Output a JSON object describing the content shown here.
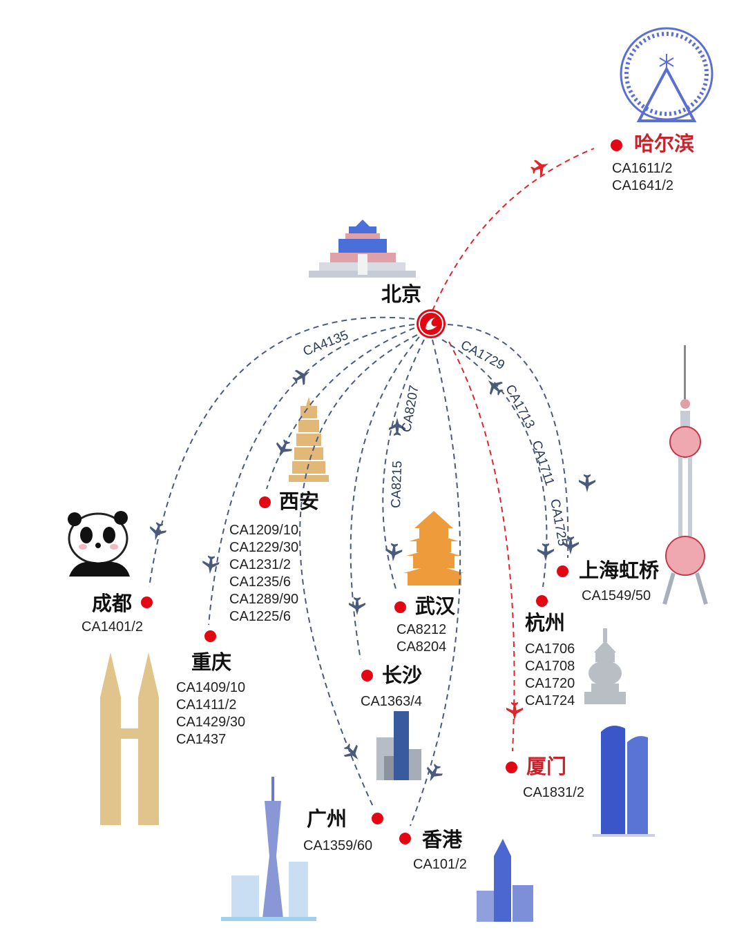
{
  "hub": {
    "name": "北京",
    "logo": "air-china-phoenix-logo"
  },
  "cities": [
    {
      "key": "harbin",
      "name": "哈尔滨",
      "highlight": true,
      "flights": [
        "CA1611/2",
        "CA1641/2"
      ],
      "landmark": "ferris-wheel-icon"
    },
    {
      "key": "xian",
      "name": "西安",
      "highlight": false,
      "flights": [
        "CA1209/10",
        "CA1229/30",
        "CA1231/2",
        "CA1235/6",
        "CA1289/90",
        "CA1225/6"
      ],
      "landmark": "pagoda-icon"
    },
    {
      "key": "chengdu",
      "name": "成都",
      "highlight": false,
      "flights": [
        "CA1401/2"
      ],
      "landmark": "panda-icon"
    },
    {
      "key": "chongqing",
      "name": "重庆",
      "highlight": false,
      "flights": [
        "CA1409/10",
        "CA1411/2",
        "CA1429/30",
        "CA1437"
      ],
      "landmark": "twin-towers-icon"
    },
    {
      "key": "wuhan",
      "name": "武汉",
      "highlight": false,
      "flights": [
        "CA8212",
        "CA8204"
      ],
      "landmark": "yellow-crane-tower-icon"
    },
    {
      "key": "changsha",
      "name": "长沙",
      "highlight": false,
      "flights": [
        "CA1363/4"
      ],
      "landmark": "skyline-icon"
    },
    {
      "key": "guangzhou",
      "name": "广州",
      "highlight": false,
      "flights": [
        "CA1359/60"
      ],
      "landmark": "canton-tower-icon"
    },
    {
      "key": "hongkong",
      "name": "香港",
      "highlight": false,
      "flights": [
        "CA101/2"
      ],
      "landmark": "bank-tower-icon"
    },
    {
      "key": "hangzhou",
      "name": "杭州",
      "highlight": false,
      "flights": [
        "CA1706",
        "CA1708",
        "CA1720",
        "CA1724"
      ],
      "landmark": "stupa-icon"
    },
    {
      "key": "shanghai",
      "name": "上海虹桥",
      "highlight": false,
      "flights": [
        "CA1549/50"
      ],
      "landmark": "pearl-tower-icon"
    },
    {
      "key": "xiamen",
      "name": "厦门",
      "highlight": true,
      "flights": [
        "CA1831/2"
      ],
      "landmark": "twin-curved-towers-icon"
    }
  ],
  "route_labels": [
    "CA4135",
    "CA8207",
    "CA8215",
    "CA1729",
    "CA1713",
    "CA1711",
    "CA1725"
  ],
  "colors": {
    "route_red": "#e0242b",
    "route_blue": "#4a5a7a",
    "dot": "#e30613",
    "highlight_text": "#c8232c"
  }
}
